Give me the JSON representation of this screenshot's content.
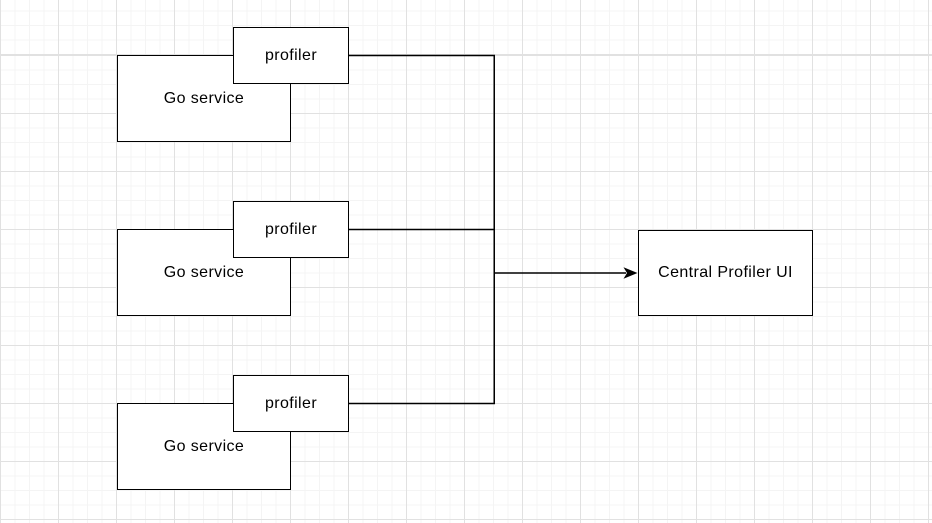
{
  "diagram": {
    "nodes": {
      "go_service_1": {
        "label": "Go service"
      },
      "profiler_1": {
        "label": "profiler"
      },
      "go_service_2": {
        "label": "Go service"
      },
      "profiler_2": {
        "label": "profiler"
      },
      "go_service_3": {
        "label": "Go service"
      },
      "profiler_3": {
        "label": "profiler"
      },
      "central_profiler_ui": {
        "label": "Central Profiler UI"
      }
    },
    "edges": [
      {
        "from": "profiler_1",
        "to": "central_profiler_ui"
      },
      {
        "from": "profiler_2",
        "to": "central_profiler_ui"
      },
      {
        "from": "profiler_3",
        "to": "central_profiler_ui"
      }
    ],
    "colors": {
      "canvas_background": "#ffffff",
      "grid_minor": "#f4f4f4",
      "grid_major": "#e1e1e1",
      "node_fill": "#ffffff",
      "node_border": "#000000",
      "connector": "#000000",
      "label_text": "#000000"
    }
  }
}
